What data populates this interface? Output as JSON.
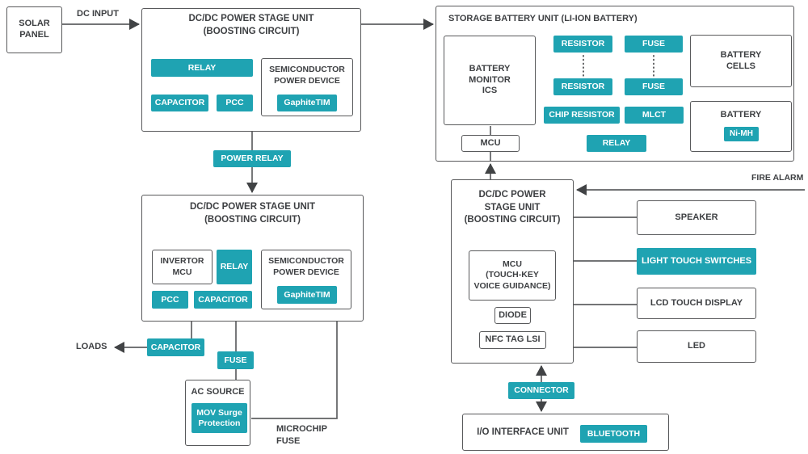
{
  "colors": {
    "teal": "#1FA3B2",
    "border": "#58595B",
    "line": "#5F6062",
    "arrow": "#414345",
    "text": "#3E4043",
    "bg": "#FFFFFF"
  },
  "left_chain": {
    "solar_panel": "SOLAR\nPANEL",
    "dc_input_label": "DC INPUT",
    "boost_unit_title": "DC/DC POWER STAGE UNIT\n(BOOSTING CIRCUIT)",
    "relay": "RELAY",
    "capacitor": "CAPACITOR",
    "pcc": "PCC",
    "semiconductor_device": "SEMICONDUCTOR\nPOWER DEVICE",
    "graphite_tim": "GaphiteTIM",
    "power_relay": "POWER RELAY",
    "invertor_mcu": "INVERTOR\nMCU",
    "loads_label": "LOADS",
    "fuse": "FUSE",
    "ac_source": "AC SOURCE",
    "mov_surge": "MOV Surge\nProtection",
    "microchip_fuse_label": "MICROCHIP\nFUSE"
  },
  "storage_unit": {
    "title": "STORAGE BATTERY UNIT (LI-ION BATTERY)",
    "battery_monitor": "BATTERY\nMONITOR\nICS",
    "mcu": "MCU",
    "resistor": "RESISTOR",
    "fuse": "FUSE",
    "chip_resistor": "CHIP RESISTOR",
    "mlct": "MLCT",
    "relay": "RELAY",
    "battery_cells": "BATTERY\nCELLS",
    "battery": "BATTERY",
    "ni_mh": "Ni-MH"
  },
  "control_unit": {
    "title": "DC/DC POWER\nSTAGE UNIT\n(BOOSTING CIRCUIT)",
    "mcu_touch": "MCU\n(TOUCH-KEY\nVOICE GUIDANCE)",
    "diode": "DIODE",
    "nfc_tag": "NFC TAG LSI",
    "fire_alarm_label": "FIRE ALARM"
  },
  "peripherals": {
    "speaker": "SPEAKER",
    "light_touch_switches": "LIGHT TOUCH SWITCHES",
    "lcd_touch_display": "LCD TOUCH DISPLAY",
    "led": "LED"
  },
  "io_unit": {
    "connector": "CONNECTOR",
    "title": "I/O INTERFACE UNIT",
    "bluetooth": "BLUETOOTH"
  }
}
